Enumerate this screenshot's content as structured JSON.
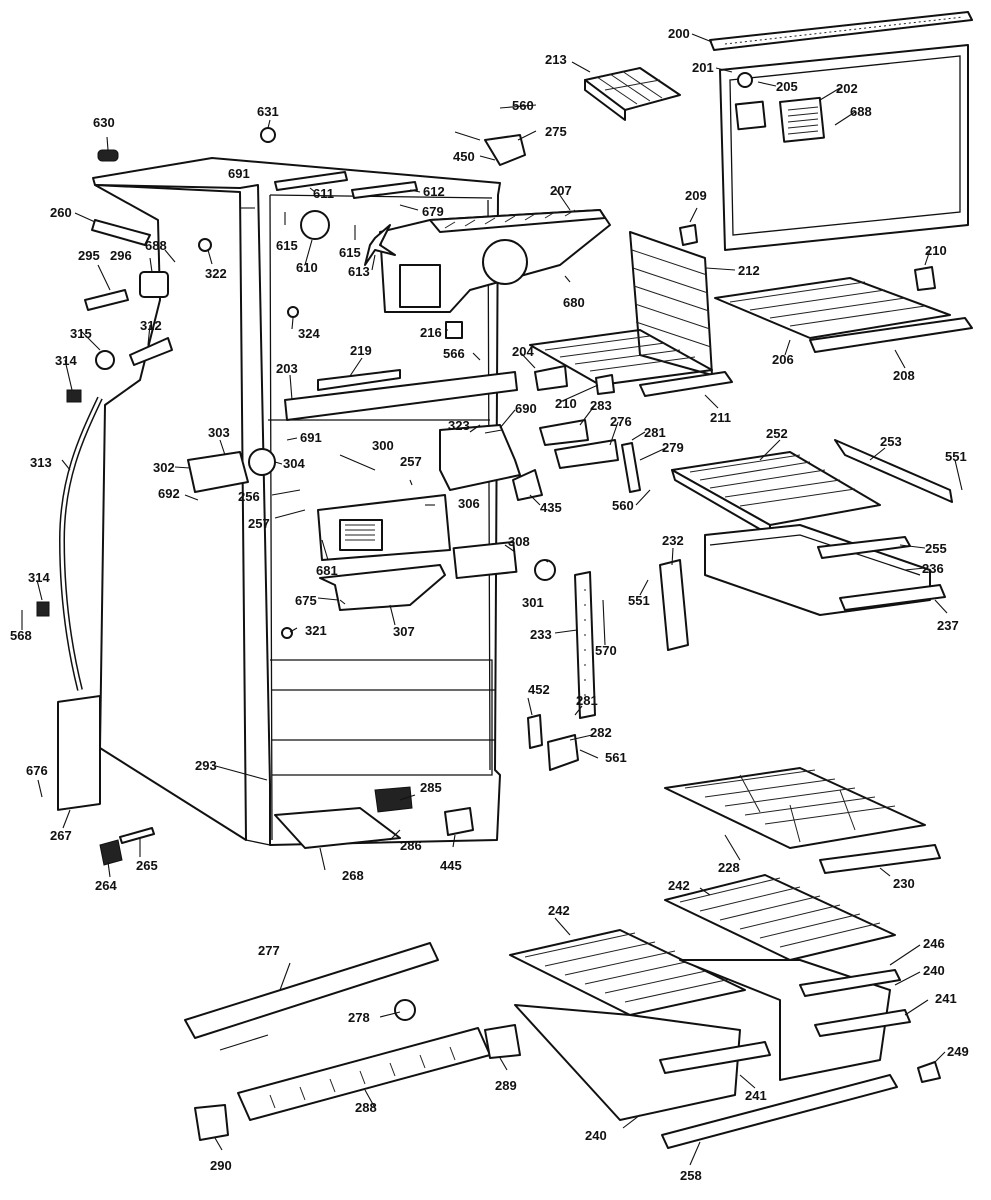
{
  "parts": {
    "p200": "200",
    "p201": "201",
    "p202": "202",
    "p203": "203",
    "p204": "204",
    "p205": "205",
    "p206": "206",
    "p207": "207",
    "p208": "208",
    "p209": "209",
    "p210a": "210",
    "p210b": "210",
    "p211": "211",
    "p212": "212",
    "p213": "213",
    "p216": "216",
    "p219": "219",
    "p228": "228",
    "p230": "230",
    "p232": "232",
    "p233": "233",
    "p236": "236",
    "p237": "237",
    "p240a": "240",
    "p240b": "240",
    "p241a": "241",
    "p241b": "241",
    "p242a": "242",
    "p242b": "242",
    "p246": "246",
    "p249": "249",
    "p252": "252",
    "p253": "253",
    "p255": "255",
    "p256": "256",
    "p257a": "257",
    "p257b": "257",
    "p258": "258",
    "p260": "260",
    "p264": "264",
    "p265": "265",
    "p267": "267",
    "p268": "268",
    "p275": "275",
    "p276": "276",
    "p277": "277",
    "p278": "278",
    "p279": "279",
    "p281a": "281",
    "p281b": "281",
    "p282": "282",
    "p283": "283",
    "p285": "285",
    "p286": "286",
    "p288": "288",
    "p289": "289",
    "p290": "290",
    "p293": "293",
    "p295": "295",
    "p296": "296",
    "p300": "300",
    "p301": "301",
    "p302": "302",
    "p303": "303",
    "p304": "304",
    "p306": "306",
    "p307": "307",
    "p308": "308",
    "p312": "312",
    "p313": "313",
    "p314a": "314",
    "p314b": "314",
    "p315": "315",
    "p321": "321",
    "p322": "322",
    "p323": "323",
    "p324": "324",
    "p435": "435",
    "p445": "445",
    "p450": "450",
    "p452": "452",
    "p551a": "551",
    "p551b": "551",
    "p560a": "560",
    "p560b": "560",
    "p561": "561",
    "p566": "566",
    "p568": "568",
    "p570": "570",
    "p610": "610",
    "p611": "611",
    "p612": "612",
    "p613": "613",
    "p615a": "615",
    "p615b": "615",
    "p630": "630",
    "p631": "631",
    "p675": "675",
    "p676": "676",
    "p679": "679",
    "p680": "680",
    "p681": "681",
    "p688a": "688",
    "p688b": "688",
    "p690": "690",
    "p691a": "691",
    "p691b": "691",
    "p692": "692"
  }
}
